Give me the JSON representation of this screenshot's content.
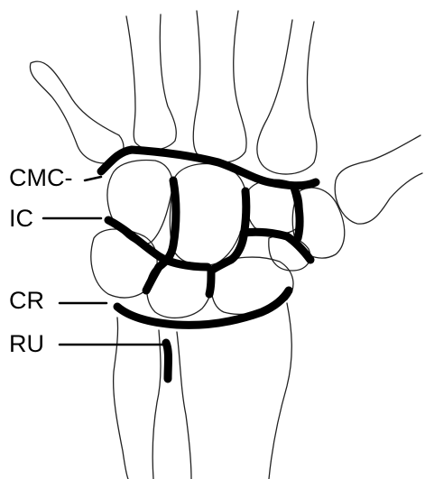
{
  "labels": {
    "cmc": "CMC-",
    "ic": "IC",
    "cr": "CR",
    "ru": "RU"
  },
  "colors": {
    "background": "#ffffff",
    "outline": "#1a1a1a",
    "joint_line": "#000000",
    "text": "#000000"
  }
}
